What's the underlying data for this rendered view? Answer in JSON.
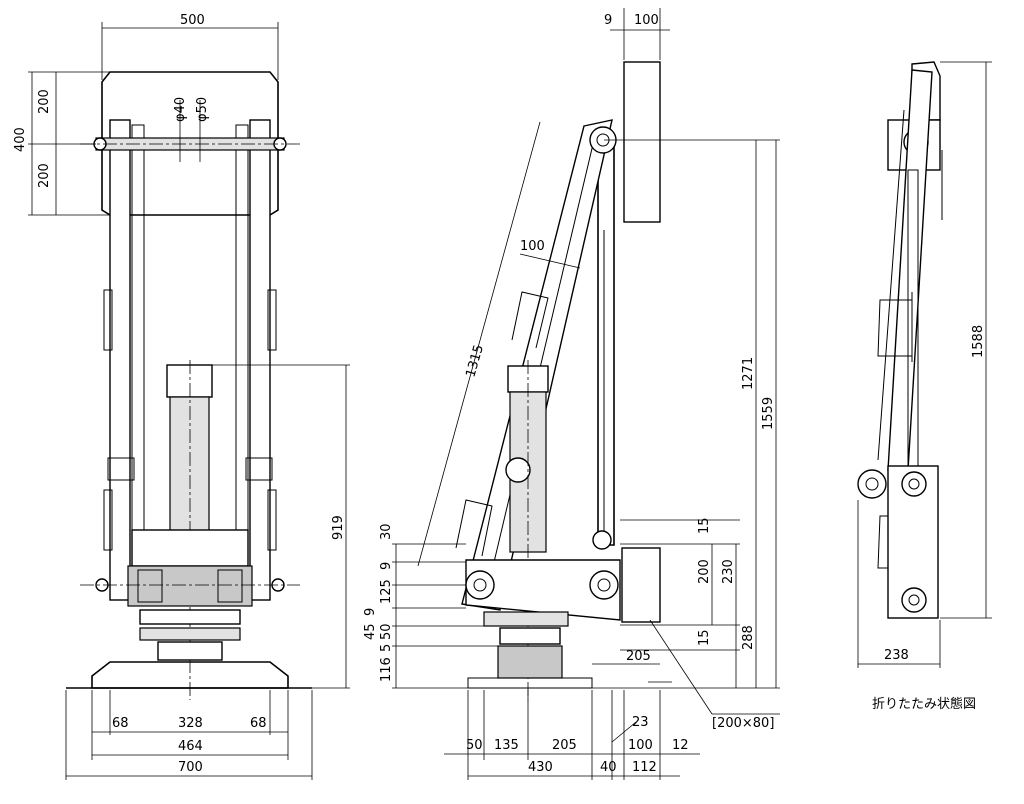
{
  "caption": "折りたたみ状態図",
  "front_view": {
    "width_top": "500",
    "height_total": "400",
    "height_upper": "200",
    "height_lower": "200",
    "dia_pin": "φ40",
    "dia_boss": "φ50",
    "height_cyl": "919",
    "base_left": "68",
    "base_mid": "328",
    "base_right": "68",
    "base_inner": "464",
    "base_total": "700"
  },
  "side_view": {
    "top_gap": "9",
    "top_width": "100",
    "arm_length": "1315",
    "arm_width": "100",
    "h_1271": "1271",
    "h_1559": "1559",
    "left_30": "30",
    "left_9a": "9",
    "left_125": "125",
    "left_9b": "9",
    "left_45": "45",
    "left_50": "50",
    "left_116": "116",
    "left_5": "5",
    "r_15a": "15",
    "r_200": "200",
    "r_230": "230",
    "r_15b": "15",
    "r_288": "288",
    "d_205a": "205",
    "section": "[200×80]",
    "d_23": "23",
    "b_50": "50",
    "b_135": "135",
    "b_205": "205",
    "b_100": "100",
    "b_12": "12",
    "b_430": "430",
    "b_40": "40",
    "b_112": "112"
  },
  "folded_view": {
    "height": "1588",
    "width": "238"
  }
}
